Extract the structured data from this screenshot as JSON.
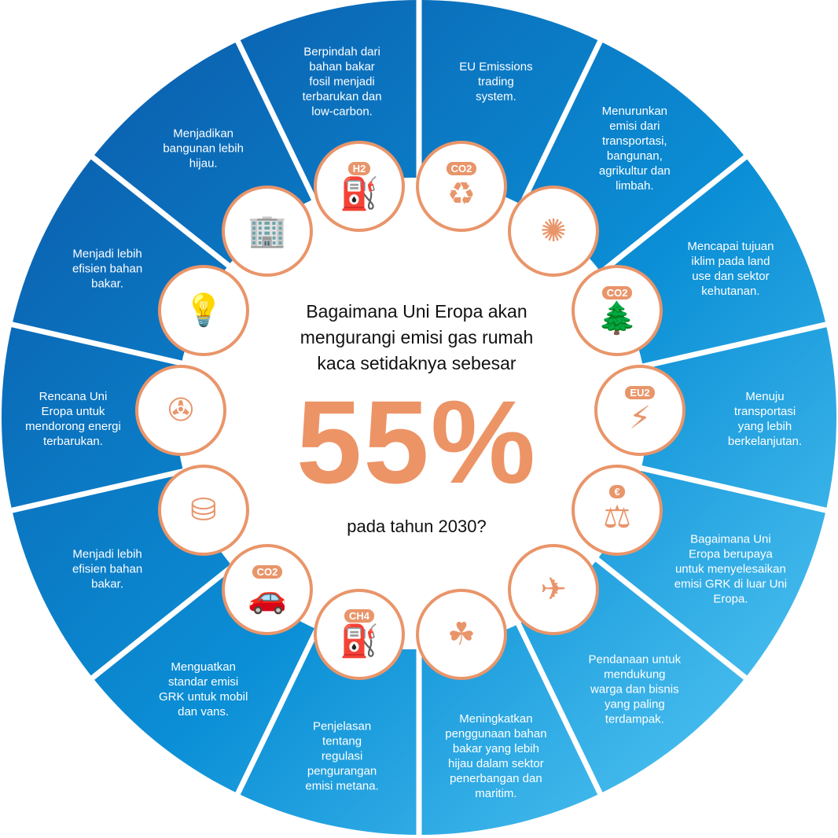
{
  "center": {
    "title": "Bagaimana Uni Eropa akan\nmengurangi emisi gas rumah\nkaca setidaknya sebesar",
    "percent": "55%",
    "subtitle": "pada tahun 2030?"
  },
  "colors": {
    "gradient_start": "#0b5cab",
    "gradient_end": "#52c8f4",
    "accent": "#ec9466"
  },
  "segments": [
    {
      "text": "EU Emissions\ntrading\nsystem.",
      "icon": "co2-cycle-leaf-icon",
      "glyph": "♻",
      "tag": "CO2"
    },
    {
      "text": "Menurunkan\nemisi dari\ntransportasi,\nbangunan,\nagrikultur dan\nlimbah.",
      "icon": "eu-stars-leaf-icon",
      "glyph": "✺",
      "tag": ""
    },
    {
      "text": "Mencapai tujuan\niklim pada land\nuse dan sektor\nkehutanan.",
      "icon": "co2-trees-icon",
      "glyph": "🌲",
      "tag": "CO2"
    },
    {
      "text": "Menuju\ntransportasi\nyang lebih\nberkelanjutan.",
      "icon": "ev-charger-icon",
      "glyph": "⚡",
      "tag": "EU2"
    },
    {
      "text": "Bagaimana Uni\nEropa berupaya\nuntuk menyelesaikan\nemisi GRK di luar Uni\nEropa.",
      "icon": "globe-euro-balance-icon",
      "glyph": "⚖",
      "tag": "€"
    },
    {
      "text": "Pendanaan untuk\nmendukung\nwarga dan bisnis\nyang paling\nterdampak.",
      "icon": "fuel-plane-money-icon",
      "glyph": "✈",
      "tag": ""
    },
    {
      "text": "Meningkatkan\npenggunaan bahan\nbakar yang lebih\nhijau dalam sektor\npenerbangan dan\nmaritim.",
      "icon": "leaves-lightning-icon",
      "glyph": "☘",
      "tag": ""
    },
    {
      "text": "Penjelasan\ntentang\nregulasi\npengurangan\nemisi metana.",
      "icon": "oil-pump-ch4-icon",
      "glyph": "⛽",
      "tag": "CH4"
    },
    {
      "text": "Menguatkan\nstandar emisi\nGRK untuk mobil\ndan vans.",
      "icon": "car-co2-icon",
      "glyph": "🚗",
      "tag": "CO2"
    },
    {
      "text": "Menjadi lebih\nefisien bahan\nbakar.",
      "icon": "oil-barrel-coins-icon",
      "glyph": "⛁",
      "tag": ""
    },
    {
      "text": "Rencana Uni\nEropa untuk\nmendorong energi\nterbarukan.",
      "icon": "wind-turbine-icon",
      "glyph": "✇",
      "tag": ""
    },
    {
      "text": "Menjadi lebih\nefisien bahan\nbakar.",
      "icon": "lightbulb-gear-icon",
      "glyph": "💡",
      "tag": ""
    },
    {
      "text": "Menjadikan\nbangunan lebih\nhijau.",
      "icon": "green-building-icon",
      "glyph": "🏢",
      "tag": ""
    },
    {
      "text": "Berpindah dari\nbahan bakar\nfosil menjadi\nterbarukan dan\nlow-carbon.",
      "icon": "hydrogen-tank-icon",
      "glyph": "⛽",
      "tag": "H2"
    }
  ]
}
